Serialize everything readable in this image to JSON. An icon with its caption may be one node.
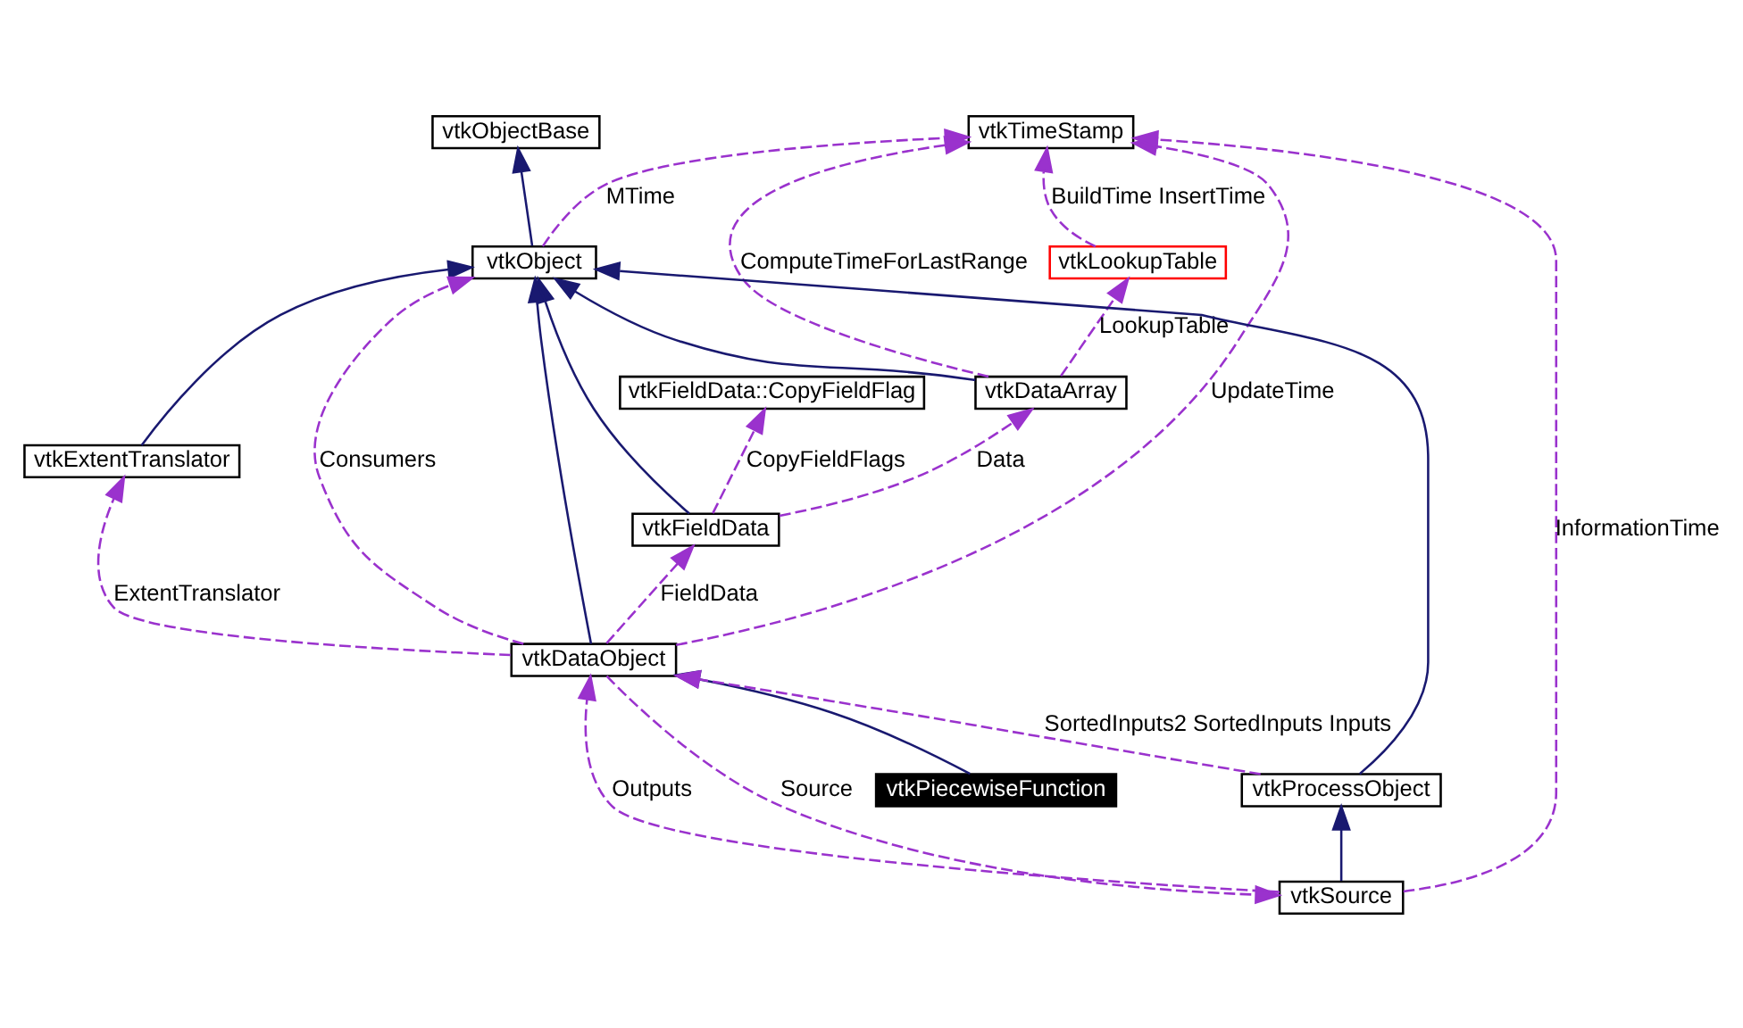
{
  "diagram": {
    "nodes": [
      {
        "text": [
          "vtkTimeStamp"
        ]
      },
      {
        "text": [
          "vtkObjectBase"
        ]
      },
      {
        "text": [
          "vtkLookupTable"
        ]
      },
      {
        "text": [
          "vtkObject"
        ]
      },
      {
        "text": [
          "vtkDataArray"
        ]
      },
      {
        "text": [
          "vtkFieldData::CopyFieldFlag"
        ]
      },
      {
        "text": [
          "vtkExtentTranslator"
        ]
      },
      {
        "text": [
          "vtkFieldData"
        ]
      },
      {
        "text": [
          "vtkDataObject"
        ]
      },
      {
        "text": [
          "vtkPiecewiseFunction"
        ]
      },
      {
        "text": [
          "vtkProcessObject"
        ]
      },
      {
        "text": [
          "vtkSource"
        ]
      }
    ],
    "edges": [
      {
        "from": 3,
        "to": 1,
        "arrow": "to",
        "color": "#191970"
      },
      {
        "from": 2,
        "to": 0,
        "arrow": "to",
        "style": "dashed",
        "label": "BuildTime InsertTime"
      },
      {
        "from": 3,
        "to": 0,
        "arrow": "to",
        "style": "dashed",
        "label": "MTime"
      },
      {
        "from": 4,
        "to": 0,
        "arrow": "to",
        "style": "dashed",
        "label": "ComputeTimeForLastRange"
      },
      {
        "from": 4,
        "to": 2,
        "arrow": "to",
        "style": "dashed",
        "label": "LookupTable"
      },
      {
        "from": 4,
        "to": 3,
        "arrow": "to",
        "color": "#191970"
      },
      {
        "from": 7,
        "to": 4,
        "arrow": "to",
        "style": "dashed",
        "label": "Data"
      },
      {
        "from": 7,
        "to": 5,
        "arrow": "to",
        "style": "dashed",
        "label": "CopyFieldFlags"
      },
      {
        "from": 7,
        "to": 3,
        "arrow": "to",
        "color": "#191970"
      },
      {
        "from": 8,
        "to": 0,
        "arrow": "to",
        "style": "dashed",
        "label": "UpdateTime"
      },
      {
        "from": 8,
        "to": 3,
        "arrow": "to",
        "style": "dashed",
        "label": "Consumers"
      },
      {
        "from": 8,
        "to": 7,
        "arrow": "to",
        "style": "dashed",
        "label": "FieldData"
      },
      {
        "from": 8,
        "to": 6,
        "arrow": "to",
        "style": "dashed",
        "label": "ExtentTranslator"
      },
      {
        "from": 8,
        "to": 3,
        "arrow": "to",
        "color": "#191970"
      },
      {
        "from": 6,
        "to": 3,
        "arrow": "to",
        "color": "#191970"
      },
      {
        "from": 9,
        "to": 8,
        "arrow": "to",
        "color": "#191970"
      },
      {
        "from": 10,
        "to": 3,
        "arrow": "to",
        "color": "#191970"
      },
      {
        "from": 10,
        "to": 8,
        "arrow": "to",
        "style": "dashed",
        "label": "SortedInputs2 SortedInputs Inputs"
      },
      {
        "from": 11,
        "to": 10,
        "arrow": "to",
        "color": "#191970"
      },
      {
        "from": 11,
        "to": 8,
        "arrow": "to",
        "style": "dashed",
        "label": "Outputs"
      },
      {
        "from": 8,
        "to": 11,
        "arrow": "to",
        "style": "dashed",
        "label": "Source"
      },
      {
        "from": 11,
        "to": 0,
        "arrow": "to",
        "style": "dashed",
        "label": "InformationTime"
      }
    ]
  }
}
